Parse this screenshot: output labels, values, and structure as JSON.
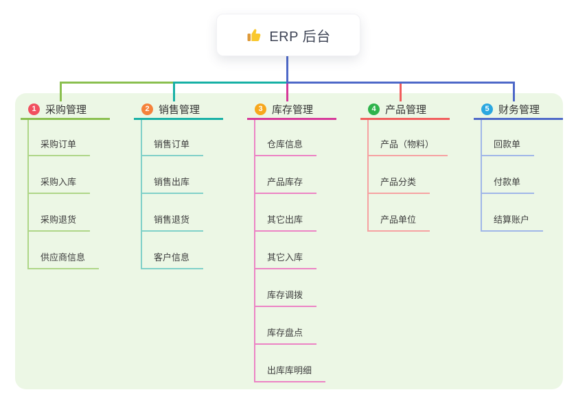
{
  "root": {
    "label": "ERP 后台",
    "icon": "thumbs-up-icon"
  },
  "colors": {
    "root_line": "#4d68c8",
    "panel_background": "#ecf7e5",
    "card_background": "#ffffff",
    "title_text": "#333333",
    "child_text": "#3d3d3d",
    "thumb_yellow": "#f9c82d",
    "thumb_sleeve": "#de9a3a"
  },
  "branches": [
    {
      "num": "1",
      "title": "采购管理",
      "badge_color": "#f1505f",
      "line": "#8abf4f",
      "light": "#aed687",
      "children": [
        "采购订单",
        "采购入库",
        "采购退货",
        "供应商信息"
      ]
    },
    {
      "num": "2",
      "title": "销售管理",
      "badge_color": "#f5823b",
      "line": "#16b0a5",
      "light": "#7fd0c8",
      "children": [
        "销售订单",
        "销售出库",
        "销售退货",
        "客户信息"
      ]
    },
    {
      "num": "3",
      "title": "库存管理",
      "badge_color": "#f7a71d",
      "line": "#d63799",
      "light": "#ec82c4",
      "children": [
        "仓库信息",
        "产品库存",
        "其它出库",
        "其它入库",
        "库存调拨",
        "库存盘点",
        "出库库明细"
      ]
    },
    {
      "num": "4",
      "title": "产品管理",
      "badge_color": "#2fb34c",
      "line": "#f15c5c",
      "light": "#f6a1a1",
      "children": [
        "产品（物料）",
        "产品分类",
        "产品单位"
      ]
    },
    {
      "num": "5",
      "title": "财务管理",
      "badge_color": "#2ba7e0",
      "line": "#4d68c8",
      "light": "#9fb6e8",
      "children": [
        "回款单",
        "付款单",
        "结算账户"
      ]
    }
  ]
}
